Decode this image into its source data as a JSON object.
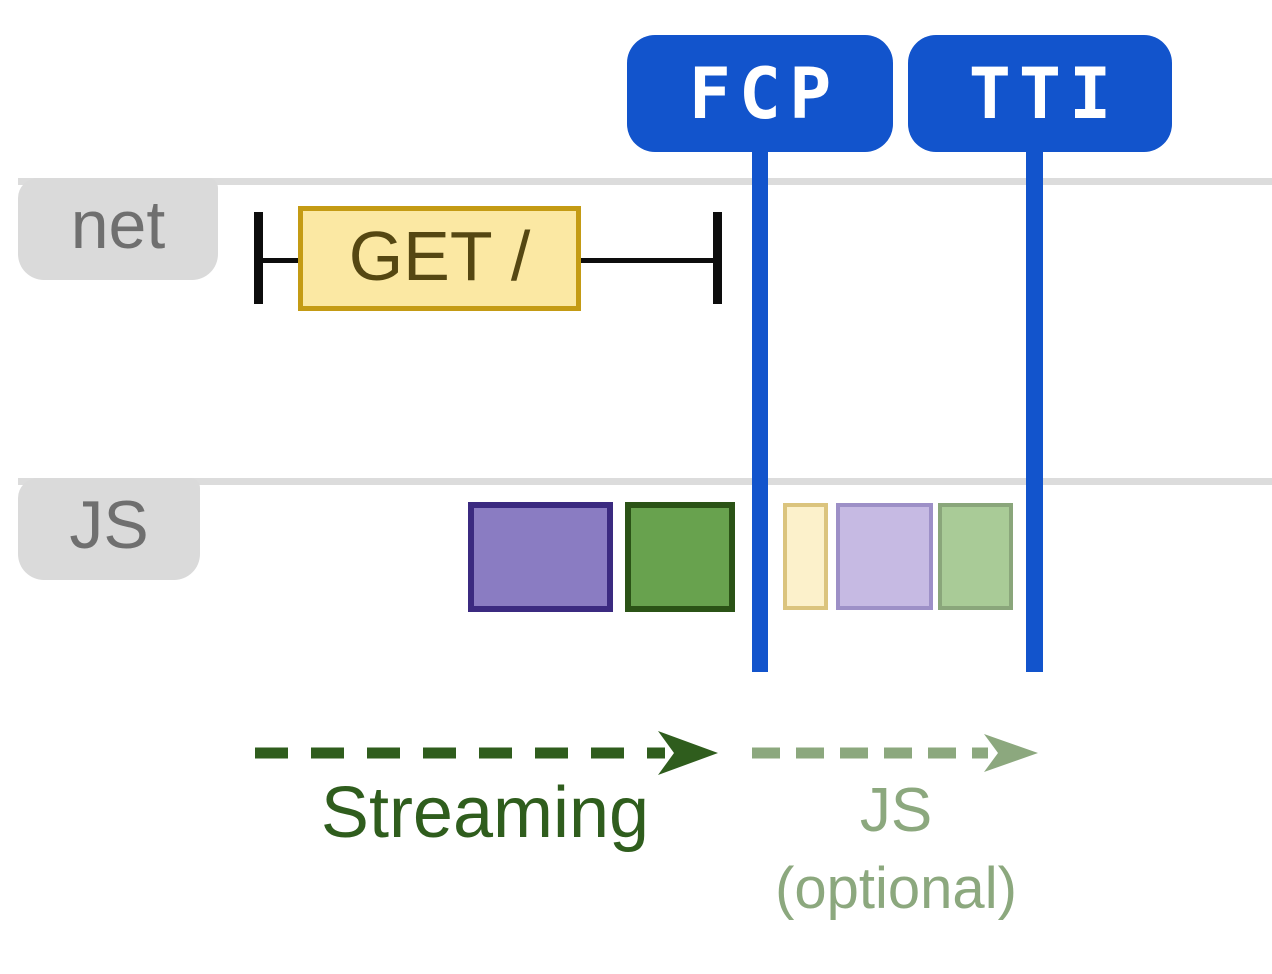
{
  "diagram_title": "streaming-rendering-timeline",
  "markers": [
    {
      "id": "fcp",
      "label": "FCP",
      "color": "#1254CC"
    },
    {
      "id": "tti",
      "label": "TTI",
      "color": "#1254CC"
    }
  ],
  "lanes": [
    {
      "id": "net",
      "label": "net"
    },
    {
      "id": "js",
      "label": "JS"
    }
  ],
  "net_request": {
    "label": "GET /",
    "box_fill": "#FBE8A3",
    "box_border": "#C49B14",
    "text_color": "#554712",
    "whisker_color": "#0d0d0d"
  },
  "js_tasks": [
    {
      "name": "purple-task",
      "fill": "#8A7CC2",
      "border": "#3B2A80",
      "faded": false
    },
    {
      "name": "green-task",
      "fill": "#68A24E",
      "border": "#2B5316",
      "faded": false
    },
    {
      "name": "yellow-task-faded",
      "fill": "#FCF1CB",
      "border": "#DBC47E",
      "faded": true
    },
    {
      "name": "purple-task-faded",
      "fill": "#C6BAE3",
      "border": "#9D90C7",
      "faded": true
    },
    {
      "name": "green-task-faded",
      "fill": "#A9CB97",
      "border": "#8AA67B",
      "faded": true
    }
  ],
  "annotations": {
    "streaming": {
      "label": "Streaming",
      "color": "#2F5D1D",
      "arrow_style": "dashed"
    },
    "js_optional": {
      "line1": "JS",
      "line2": "(optional)",
      "color": "#8CA87E",
      "arrow_style": "dashed"
    }
  },
  "colors": {
    "marker_blue": "#1254CC",
    "marker_text": "#FFFFFF",
    "track_line": "#DCDCDC",
    "lane_tab_bg": "#DADADA",
    "lane_tab_text": "#6F6F6F",
    "background": "#FFFFFF"
  }
}
